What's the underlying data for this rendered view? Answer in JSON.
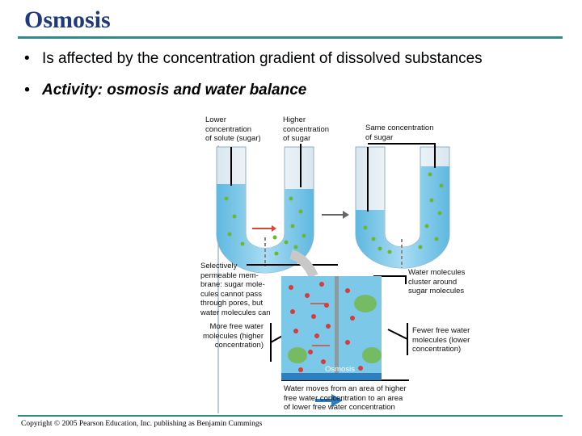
{
  "slide": {
    "title": "Osmosis",
    "bullets": [
      "Is affected by the concentration gradient of dissolved substances",
      "Activity: osmosis and water balance"
    ],
    "bullet_glyph": "•",
    "footer": "Copyright © 2005 Pearson Education, Inc. publishing as Benjamin Cummings"
  },
  "figure": {
    "labels": {
      "lower": [
        "Lower",
        "concentration",
        "of solute (sugar)"
      ],
      "higher": [
        "Higher",
        "concentration",
        "of sugar"
      ],
      "same": [
        "Same concentration",
        "of sugar"
      ],
      "membrane": [
        "Selectively",
        "permeable mem-",
        "brane: sugar mole-",
        "cules cannot pass",
        "through pores, but",
        "water molecules can"
      ],
      "cluster": [
        "Water molecules",
        "cluster around",
        "sugar molecules"
      ],
      "more": [
        "More free water",
        "molecules (higher",
        "concentration)"
      ],
      "fewer": [
        "Fewer free water",
        "molecules (lower",
        "concentration)"
      ],
      "osmosis": "Osmosis",
      "moves": [
        "Water moves from an area of higher",
        "free water concentration to an area",
        "of lower free water concentration"
      ]
    },
    "colors": {
      "water": "#7cc8e8",
      "sugar": "#6ab82e",
      "title": "#1f3a7a",
      "rule": "#2f8a8a"
    }
  }
}
